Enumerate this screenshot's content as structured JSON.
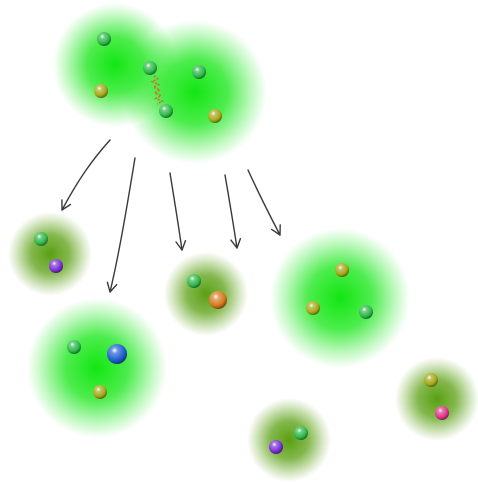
{
  "colors": {
    "background": "#ffffff",
    "cloud_bright_core": "#12e612",
    "cloud_dim_core": "#5aa012",
    "arrow": "#3a3a3a",
    "bond": "#c8742a"
  },
  "clusters": [
    {
      "id": "parent-left",
      "glow": "bright",
      "particles": [
        "green",
        "olive",
        "green"
      ]
    },
    {
      "id": "parent-right",
      "glow": "bright",
      "particles": [
        "green",
        "green",
        "olive"
      ]
    },
    {
      "id": "small-left",
      "glow": "dim",
      "particles": [
        "green",
        "purple"
      ]
    },
    {
      "id": "large-left",
      "glow": "bright",
      "particles": [
        "green",
        "blue",
        "olive"
      ]
    },
    {
      "id": "small-center",
      "glow": "dim",
      "particles": [
        "green",
        "orange"
      ]
    },
    {
      "id": "large-right",
      "glow": "bright",
      "particles": [
        "olive",
        "olive",
        "green"
      ]
    },
    {
      "id": "small-bottom",
      "glow": "dim",
      "particles": [
        "purple",
        "green"
      ]
    },
    {
      "id": "small-right",
      "glow": "dim",
      "particles": [
        "olive",
        "pink"
      ]
    }
  ],
  "particle_colors": {
    "green": "#2fb84a",
    "olive": "#a6a81a",
    "purple": "#7a2fd6",
    "blue": "#1f5fd0",
    "orange": "#d57a1e",
    "pink": "#e0358a"
  },
  "arrow_count": 5,
  "bond": {
    "label": "",
    "type": "wavy"
  }
}
